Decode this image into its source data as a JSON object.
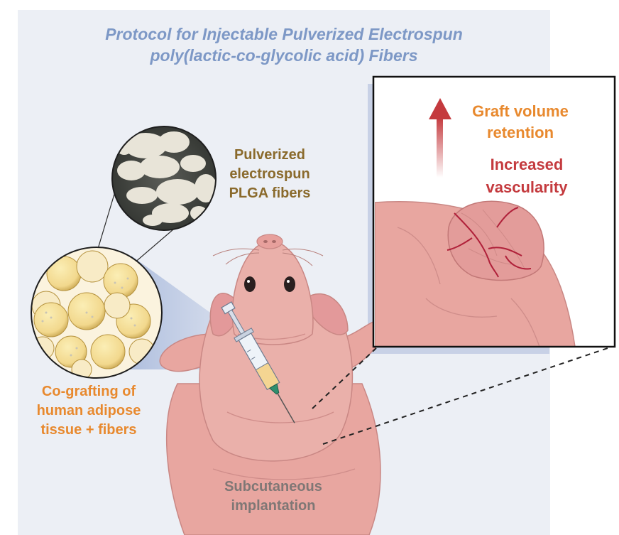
{
  "title": {
    "line1": "Protocol for Injectable Pulverized Electrospun",
    "line2": "poly(lactic-co-glycolic acid) Fibers"
  },
  "fibers_label": {
    "line1": "Pulverized",
    "line2": "electrospun",
    "line3": "PLGA fibers"
  },
  "cografting_label": {
    "line1": "Co-grafting of",
    "line2": "human adipose",
    "line3": "tissue + fibers"
  },
  "implant_label": {
    "line1": "Subcutaneous",
    "line2": "implantation"
  },
  "outcome": {
    "graft_line1": "Graft volume",
    "graft_line2": "retention",
    "vasc_line1": "Increased",
    "vasc_line2": "vascularity"
  },
  "colors": {
    "title": "#7d98c6",
    "background": "#eceff5",
    "skin": "#e8a6a0",
    "fibers_text": "#8a6a2c",
    "orange_text": "#e8892e",
    "red_text": "#c43a3e",
    "gray_text": "#7f7775",
    "arrow": "#c43a3e"
  }
}
